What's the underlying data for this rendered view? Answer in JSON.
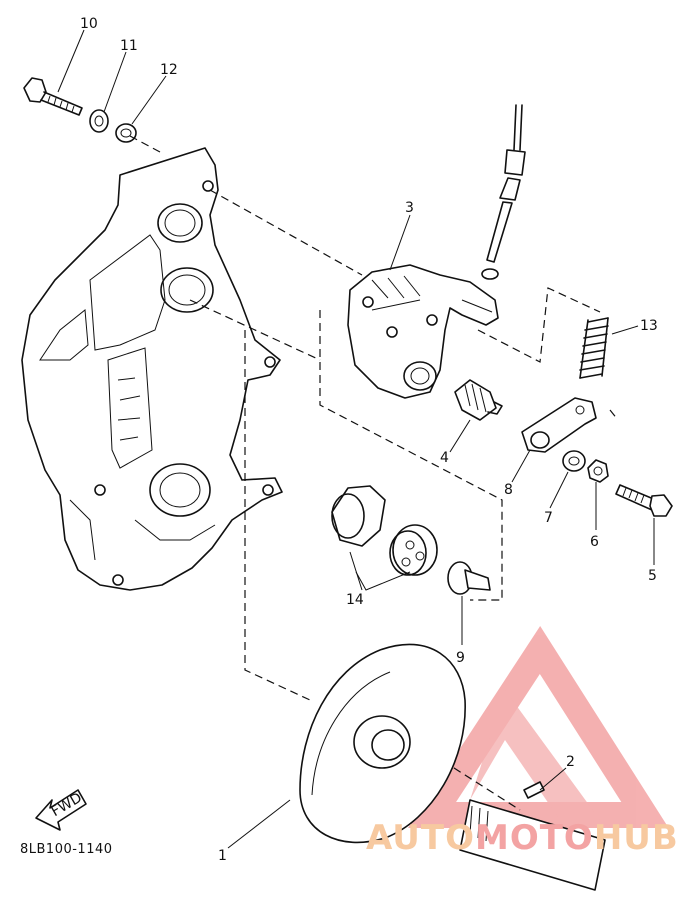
{
  "diagram": {
    "code": "8LB100-1140",
    "fwd_label": "FWD",
    "callouts": [
      "1",
      "2",
      "3",
      "4",
      "5",
      "6",
      "7",
      "8",
      "9",
      "10",
      "11",
      "12",
      "13",
      "14"
    ]
  },
  "watermark": {
    "part1": "AUTO",
    "part2": "MOTO",
    "part3": "HUB",
    "color_primary": "#f3a3a3",
    "color_secondary": "#f7c9a0"
  }
}
